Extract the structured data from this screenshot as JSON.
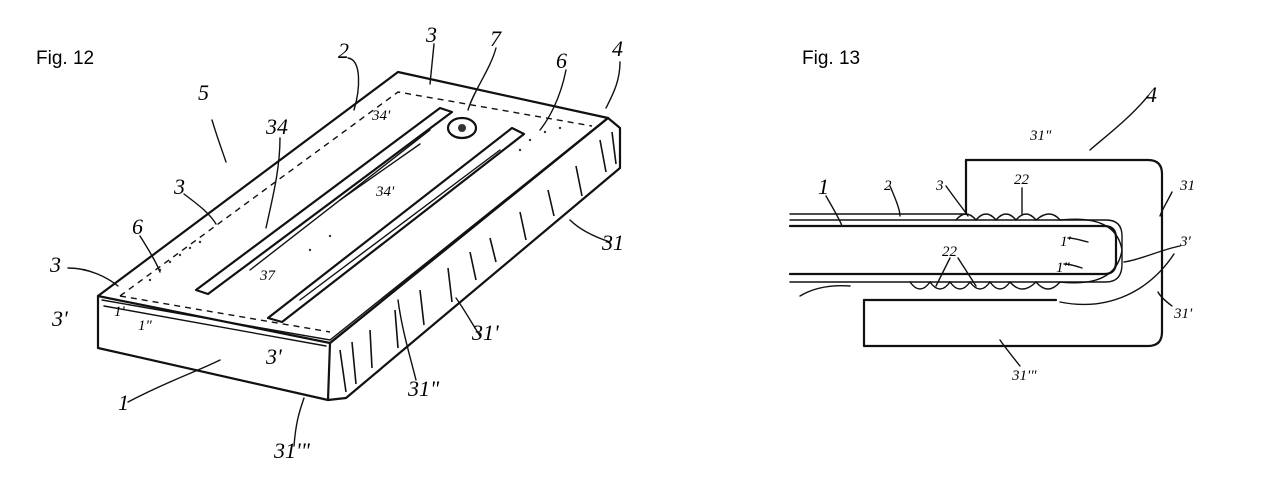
{
  "figures": [
    {
      "title": "Fig. 12",
      "refs": {
        "r1": "1",
        "r2": "2",
        "r3a": "3",
        "r3b": "3",
        "r3c": "3",
        "r3d": "3'",
        "r3e": "3'",
        "r4": "4",
        "r5": "5",
        "r6a": "6",
        "r6b": "6",
        "r7": "7",
        "r34": "34",
        "r34a": "34'",
        "r34b": "34'",
        "r37": "37",
        "r31": "31",
        "r31a": "31'",
        "r31b": "31\"",
        "r31c": "31'\"",
        "r1a": "1'",
        "r1b": "1\""
      }
    },
    {
      "title": "Fig. 13",
      "refs": {
        "r4": "4",
        "r31b": "31\"",
        "r31": "31",
        "r1": "1",
        "r2": "2",
        "r3": "3",
        "r22a": "22",
        "r22b": "22",
        "r1a": "1'",
        "r1b": "1\"",
        "r3a": "3'",
        "r31a": "31'",
        "r31c": "31'\""
      }
    }
  ]
}
